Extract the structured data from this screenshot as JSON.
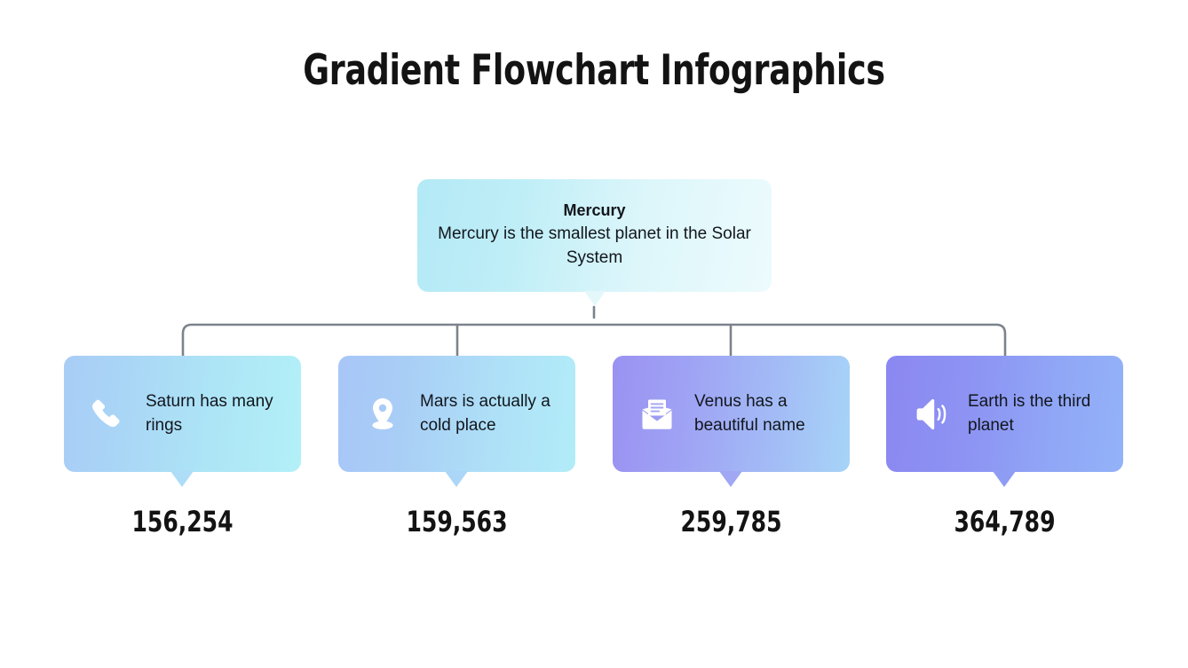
{
  "slide": {
    "title": "Gradient Flowchart Infographics",
    "background_color": "#ffffff"
  },
  "root": {
    "title": "Mercury",
    "description": "Mercury is the smallest planet in the Solar System",
    "gradient_from": "#b3e9f6",
    "gradient_to": "#edfbfd"
  },
  "connector": {
    "color": "#7b838c",
    "style": "orthogonal-bus"
  },
  "cards": [
    {
      "icon": "phone-icon",
      "text": "Saturn has many rings",
      "number": "156,254",
      "gradient_from": "#a9cdf6",
      "gradient_to": "#b2f0f7"
    },
    {
      "icon": "location-pin-icon",
      "text": "Mars is actually a cold place",
      "number": "159,563",
      "gradient_from": "#a8c6f7",
      "gradient_to": "#b2ecf8"
    },
    {
      "icon": "open-envelope-icon",
      "text": "Venus has a beautiful name",
      "number": "259,785",
      "gradient_from": "#9a92f2",
      "gradient_to": "#a7d4f7"
    },
    {
      "icon": "speaker-volume-icon",
      "text": "Earth is the third planet",
      "number": "364,789",
      "gradient_from": "#8b88f1",
      "gradient_to": "#93b2f8"
    }
  ]
}
